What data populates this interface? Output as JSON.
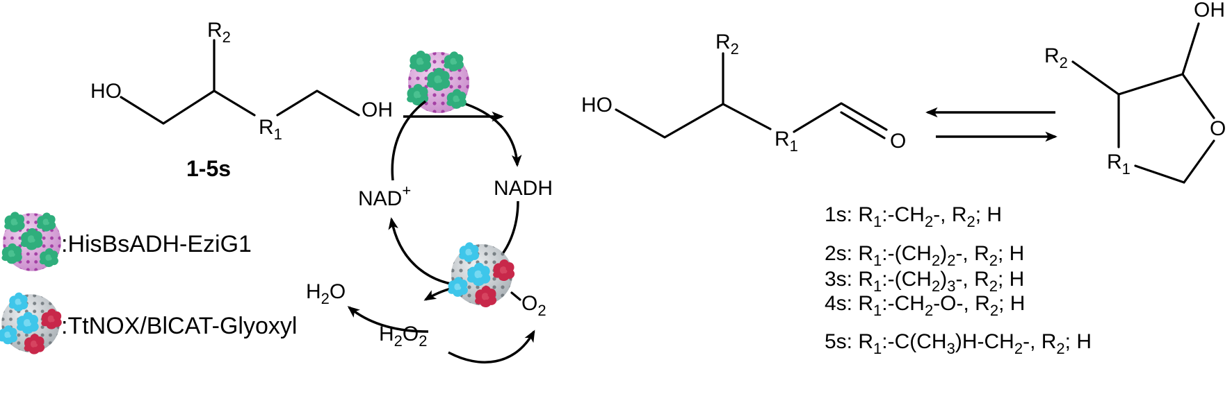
{
  "substrate": {
    "compound_label": "1-5s",
    "labels": {
      "ho": "HO",
      "oh": "OH",
      "r1": "R",
      "r1_sub": "1",
      "r2": "R",
      "r2_sub": "2"
    }
  },
  "aldehyde": {
    "labels": {
      "ho": "HO",
      "o": "O",
      "r1": "R",
      "r1_sub": "1",
      "r2": "R",
      "r2_sub": "2"
    }
  },
  "lactol": {
    "labels": {
      "oh": "OH",
      "o": "O",
      "r1": "R",
      "r1_sub": "1",
      "r2": "R",
      "r2_sub": "2"
    }
  },
  "cofactor_cycle": {
    "nad_plus": "NAD",
    "nad_plus_sup": "+",
    "nadh": "NADH",
    "h2o2_h": "H",
    "h2o2_sub1": "2",
    "h2o2_o": "O",
    "h2o2_sub2": "2",
    "h2o_h": "H",
    "h2o_sub": "2",
    "h2o_o": "O",
    "o2_o": "O",
    "o2_sub": "2"
  },
  "legend": {
    "items": [
      {
        "label": ":HisBsADH-EziG1",
        "carrier_color": "#d9a6d9",
        "dot_color": "#9b2f9b",
        "enzyme_colors": [
          "#2fae7c"
        ]
      },
      {
        "label": ":TtNOX/BlCAT-Glyoxyl",
        "carrier_color": "#c9ced2",
        "dot_color": "#6b7378",
        "enzyme_colors": [
          "#3ec6ea",
          "#c8284a"
        ]
      }
    ]
  },
  "substituents": {
    "rows": [
      {
        "id": "1s",
        "parts": [
          [
            "1s: R",
            ""
          ],
          [
            "1",
            "sub"
          ],
          [
            ":-CH",
            ""
          ],
          [
            "2",
            "sub"
          ],
          [
            "-, R",
            ""
          ],
          [
            "2",
            "sub"
          ],
          [
            "; H",
            ""
          ]
        ]
      },
      {
        "id": "2s",
        "parts": [
          [
            "2s: R",
            ""
          ],
          [
            "1",
            "sub"
          ],
          [
            ":-(CH",
            ""
          ],
          [
            "2",
            "sub"
          ],
          [
            ")",
            ""
          ],
          [
            "2",
            "sub"
          ],
          [
            "-, R",
            ""
          ],
          [
            "2",
            "sub"
          ],
          [
            "; H",
            ""
          ]
        ]
      },
      {
        "id": "3s",
        "parts": [
          [
            "3s: R",
            ""
          ],
          [
            "1",
            "sub"
          ],
          [
            ":-(CH",
            ""
          ],
          [
            "2",
            "sub"
          ],
          [
            ")",
            ""
          ],
          [
            "3",
            "sub"
          ],
          [
            "-, R",
            ""
          ],
          [
            "2",
            "sub"
          ],
          [
            "; H",
            ""
          ]
        ]
      },
      {
        "id": "4s",
        "parts": [
          [
            "4s: R",
            ""
          ],
          [
            "1",
            "sub"
          ],
          [
            ":-CH",
            ""
          ],
          [
            "2",
            "sub"
          ],
          [
            "-O-, R",
            ""
          ],
          [
            "2",
            "sub"
          ],
          [
            "; H",
            ""
          ]
        ]
      },
      {
        "id": "5s",
        "parts": [
          [
            "5s: R",
            ""
          ],
          [
            "1",
            "sub"
          ],
          [
            ":-C(CH",
            ""
          ],
          [
            "3",
            "sub"
          ],
          [
            ")H-CH",
            ""
          ],
          [
            "2",
            "sub"
          ],
          [
            "-, R",
            ""
          ],
          [
            "2",
            "sub"
          ],
          [
            "; H",
            ""
          ]
        ]
      }
    ]
  }
}
